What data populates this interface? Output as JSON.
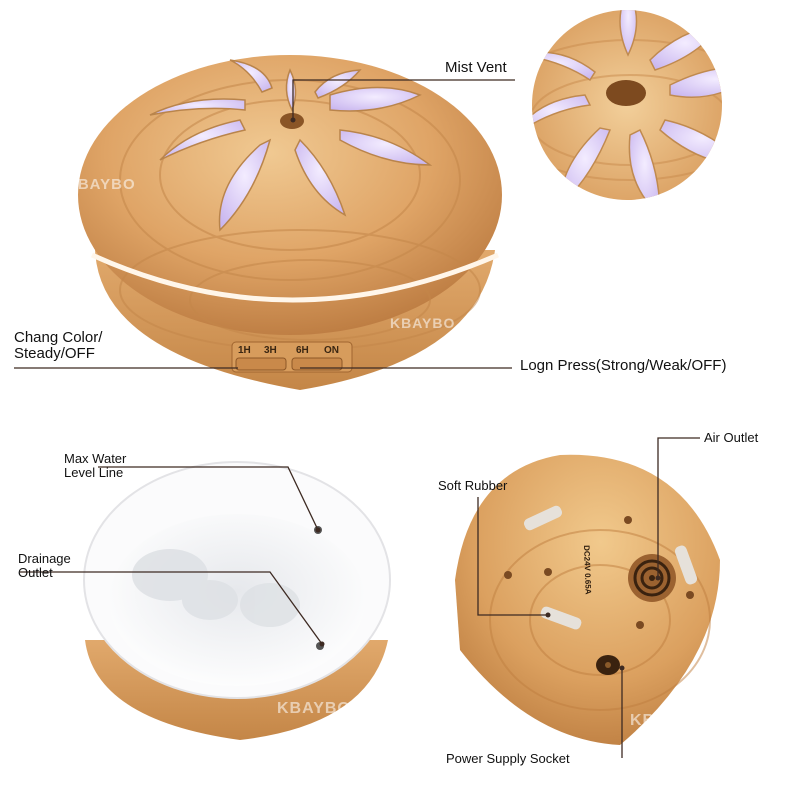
{
  "labels": {
    "mist_vent": "Mist Vent",
    "chang_color_line1": "Chang Color/",
    "chang_color_line2": "Steady/OFF",
    "long_press": "Logn Press(Strong/Weak/OFF)",
    "max_water_line1": "Max Water",
    "max_water_line2": "Level Line",
    "drainage_line1": "Drainage",
    "drainage_line2": "Outlet",
    "air_outlet": "Air Outlet",
    "soft_rubber": "Soft Rubber",
    "power_socket": "Power Supply Socket"
  },
  "buttons": {
    "b1": "1H",
    "b3": "3H",
    "b6": "6H",
    "on": "ON"
  },
  "watermarks": {
    "top": "KBAYBO",
    "mid": "KBAYBO",
    "bottom_left": "KBAYBO",
    "bottom_right": "KBAYBO"
  },
  "base_stamp": "DC24V 0.65A",
  "colors": {
    "wood_light": "#e8b77c",
    "wood_dark": "#b7773d",
    "petal": "#d9c9f2",
    "leader_line": "#3d2a22",
    "reservoir": "#f7f7f9"
  }
}
